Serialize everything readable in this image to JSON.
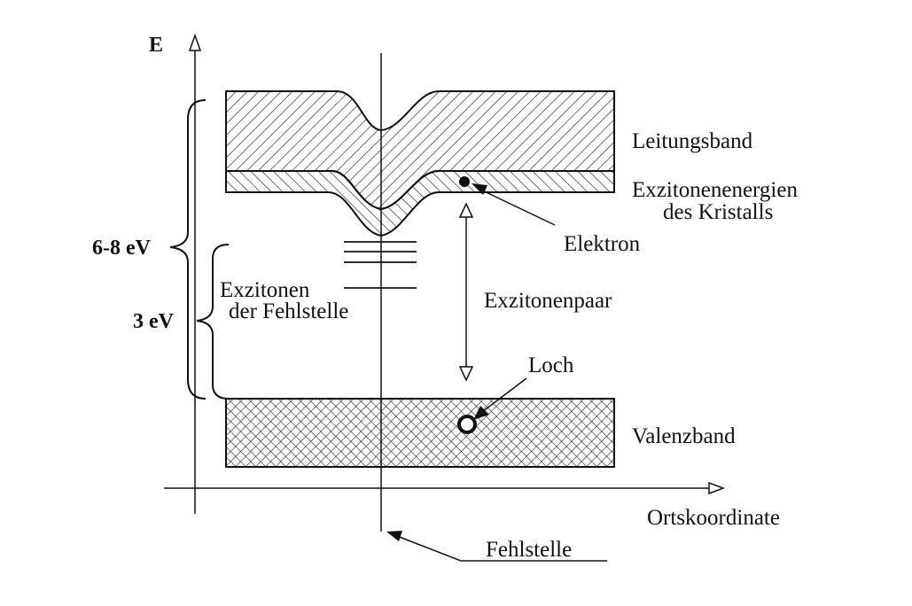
{
  "axes": {
    "y_label": "E",
    "x_label": "Ortskoordinate"
  },
  "bands": {
    "conduction": "Leitungsband",
    "exciton_crystal_line1": "Exzitonenenergien",
    "exciton_crystal_line2": "des Kristalls",
    "valence": "Valenzband"
  },
  "particles": {
    "electron": "Elektron",
    "hole": "Loch"
  },
  "pair": "Exzitonenpaar",
  "defect": {
    "levels_line1": "Exzitonen",
    "levels_line2": "der Fehlstelle",
    "position": "Fehlstelle"
  },
  "energies": {
    "band_gap": "6-8 eV",
    "defect_gap": "3 eV"
  }
}
